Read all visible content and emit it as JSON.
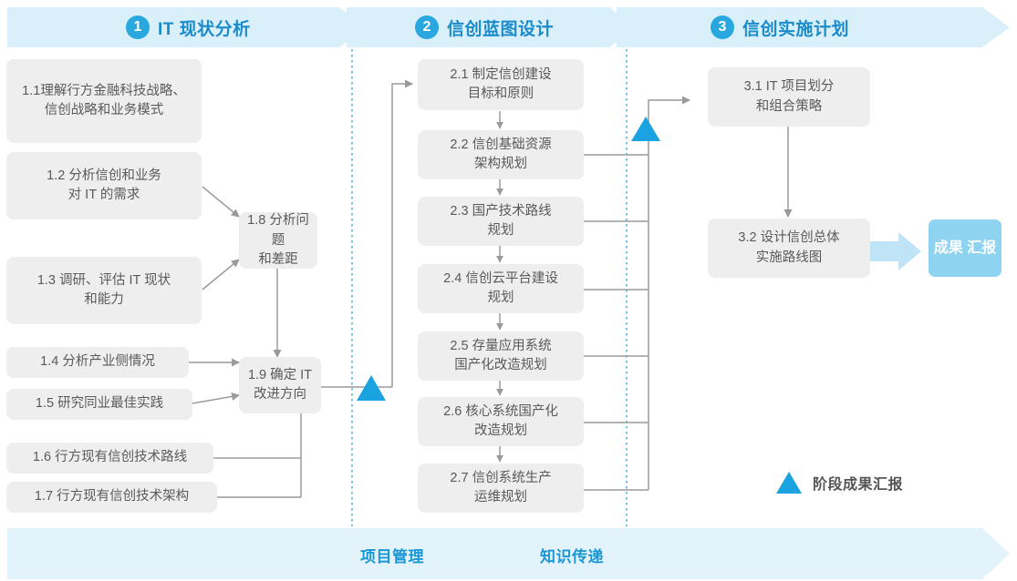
{
  "colors": {
    "accent_blue": "#29a8e0",
    "header_text_blue": "#1b8ccb",
    "band_fill": "#d9effa",
    "band_fill_bottom": "#e2f3fb",
    "box_fill": "#eeeeee",
    "box_text": "#5a5a5a",
    "badge_fill": "#8ed4f0",
    "connector_gray": "#9a9a9a",
    "divider_dotted": "#3aa6d8"
  },
  "header": {
    "phases": [
      {
        "number": "1",
        "title": "IT 现状分析"
      },
      {
        "number": "2",
        "title": "信创蓝图设计"
      },
      {
        "number": "3",
        "title": "信创实施计划"
      }
    ]
  },
  "phase1": {
    "tasks": [
      {
        "id": "1.1",
        "lines": [
          "1.1理解行方金融科技战略、",
          "信创战略和业务模式"
        ]
      },
      {
        "id": "1.2",
        "lines": [
          "1.2 分析信创和业务",
          "对 IT 的需求"
        ]
      },
      {
        "id": "1.3",
        "lines": [
          "1.3 调研、评估 IT 现状",
          "和能力"
        ]
      },
      {
        "id": "1.4",
        "lines": [
          "1.4 分析产业侧情况"
        ]
      },
      {
        "id": "1.5",
        "lines": [
          "1.5 研究同业最佳实践"
        ]
      },
      {
        "id": "1.6",
        "lines": [
          "1.6 行方现有信创技术路线"
        ]
      },
      {
        "id": "1.7",
        "lines": [
          "1.7 行方现有信创技术架构"
        ]
      },
      {
        "id": "1.8",
        "lines": [
          "1.8 分析问题",
          "和差距"
        ]
      },
      {
        "id": "1.9",
        "lines": [
          "1.9 确定 IT",
          "改进方向"
        ]
      }
    ]
  },
  "phase2": {
    "tasks": [
      {
        "id": "2.1",
        "lines": [
          "2.1 制定信创建设",
          "目标和原则"
        ]
      },
      {
        "id": "2.2",
        "lines": [
          "2.2 信创基础资源",
          "架构规划"
        ]
      },
      {
        "id": "2.3",
        "lines": [
          "2.3 国产技术路线",
          "规划"
        ]
      },
      {
        "id": "2.4",
        "lines": [
          "2.4 信创云平台建设",
          "规划"
        ]
      },
      {
        "id": "2.5",
        "lines": [
          "2.5 存量应用系统",
          "国产化改造规划"
        ]
      },
      {
        "id": "2.6",
        "lines": [
          "2.6 核心系统国产化",
          "改造规划"
        ]
      },
      {
        "id": "2.7",
        "lines": [
          "2.7 信创系统生产",
          "运维规划"
        ]
      }
    ]
  },
  "phase3": {
    "tasks": [
      {
        "id": "3.1",
        "lines": [
          "3.1 IT 项目划分",
          "和组合策略"
        ]
      },
      {
        "id": "3.2",
        "lines": [
          "3.2 设计信创总体",
          "实施路线图"
        ]
      }
    ],
    "result_badge": {
      "lines": [
        "成果",
        "汇报"
      ]
    }
  },
  "legend": {
    "marker_label": "阶段成果汇报"
  },
  "bottom_band": {
    "labels": [
      "项目管理",
      "知识传递"
    ]
  }
}
